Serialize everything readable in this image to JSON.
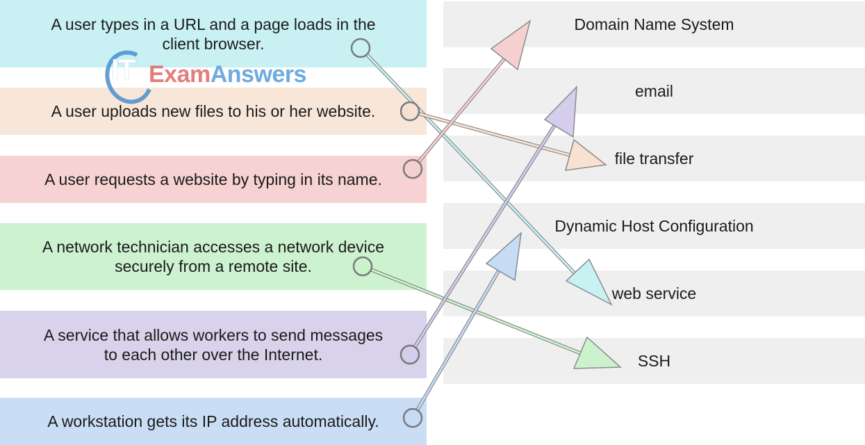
{
  "logo": {
    "it": "IT",
    "exam": "Exam",
    "answers": "Answers"
  },
  "scenarios": [
    {
      "text": "A user types in a URL and a page loads in the\nclient browser.",
      "color": "#c9f1f3"
    },
    {
      "text": "A user uploads new files to his or her website.",
      "color": "#f8e6d9"
    },
    {
      "text": "A user requests a website by typing in its name.",
      "color": "#f6d2d2"
    },
    {
      "text": "A network technician accesses a network device\nsecurely from a remote site.",
      "color": "#cdf2cf"
    },
    {
      "text": "A service that allows workers to send messages\nto each other over the Internet.",
      "color": "#d9d2eb"
    },
    {
      "text": "A workstation gets its IP address automatically.",
      "color": "#c9def5"
    }
  ],
  "services": [
    {
      "label": "Domain Name System"
    },
    {
      "label": "email"
    },
    {
      "label": "file transfer"
    },
    {
      "label": "Dynamic Host Configuration"
    },
    {
      "label": "web service"
    },
    {
      "label": "SSH"
    }
  ],
  "arrow_colors": [
    "#c8f1f3",
    "#f8e1d1",
    "#f6d0d0",
    "#cbf2cd",
    "#d4cdec",
    "#c6dcf5"
  ]
}
